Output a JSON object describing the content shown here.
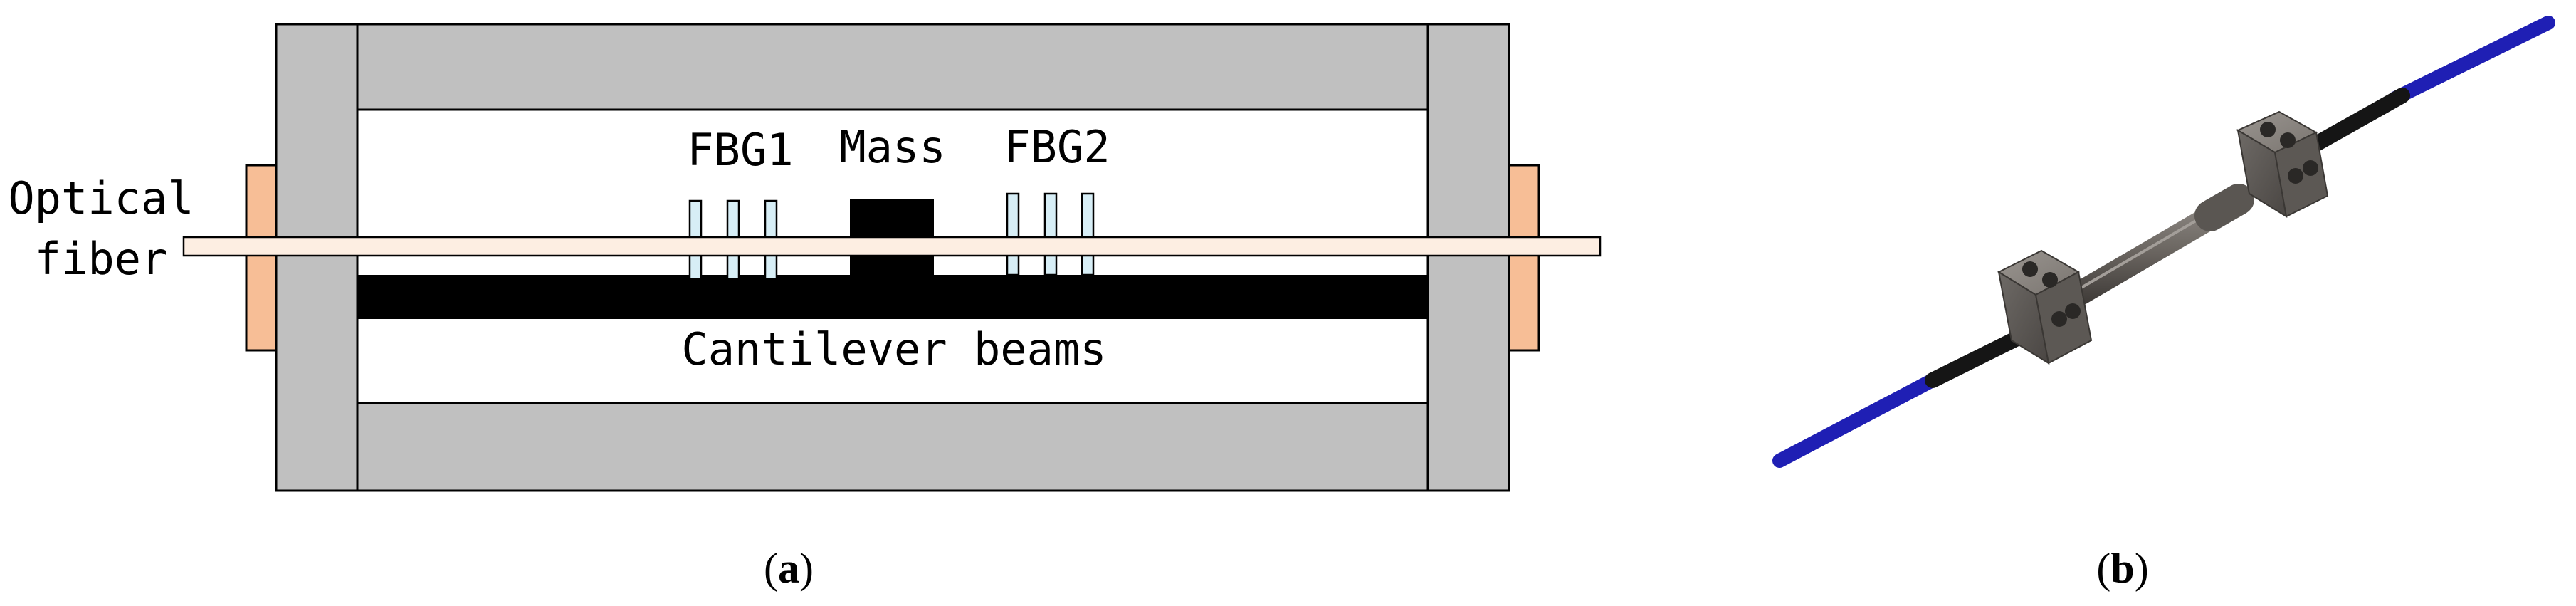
{
  "panel_a": {
    "labels": {
      "fbg1": "FBG1",
      "mass": "Mass",
      "fbg2": "FBG2",
      "optical_fiber_line1": "Optical",
      "optical_fiber_line2": "fiber",
      "cantilever_beams": "Cantilever beams"
    },
    "caption_letter": "a"
  },
  "panel_b": {
    "caption_letter": "b"
  },
  "colors": {
    "housing_gray": "#c0c0c0",
    "outline": "#000000",
    "fiber_fill": "#fdeee2",
    "clamp_orange": "#f7be96",
    "grating_blue": "#d7eef6",
    "beam_black": "#000000",
    "jacket_blue": "#1f1fb4",
    "metal_gray": "#6e6a66"
  }
}
